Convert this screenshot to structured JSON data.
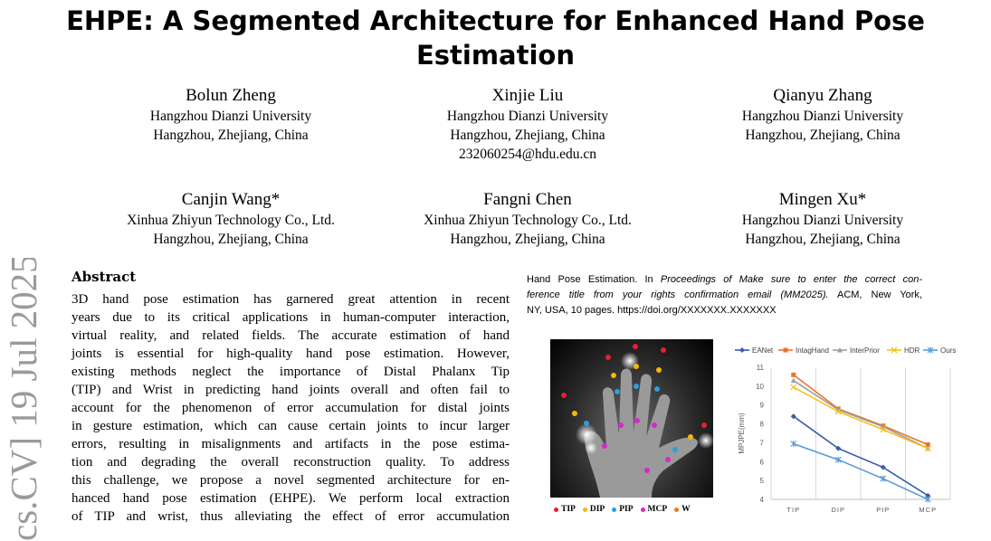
{
  "title": {
    "line1": "EHPE: A Segmented Architecture for Enhanced Hand Pose",
    "line2": "Estimation"
  },
  "authors": [
    {
      "name": "Bolun Zheng",
      "affiliation": "Hangzhou Dianzi University",
      "location": "Hangzhou, Zhejiang, China",
      "email": ""
    },
    {
      "name": "Xinjie Liu",
      "affiliation": "Hangzhou Dianzi University",
      "location": "Hangzhou, Zhejiang, China",
      "email": "232060254@hdu.edu.cn"
    },
    {
      "name": "Qianyu Zhang",
      "affiliation": "Hangzhou Dianzi University",
      "location": "Hangzhou, Zhejiang, China",
      "email": ""
    },
    {
      "name": "Canjin Wang*",
      "affiliation": "Xinhua Zhiyun Technology Co., Ltd.",
      "location": "Hangzhou, Zhejiang, China",
      "email": ""
    },
    {
      "name": "Fangni Chen",
      "affiliation": "Xinhua Zhiyun Technology Co., Ltd.",
      "location": "Hangzhou, Zhejiang, China",
      "email": ""
    },
    {
      "name": "Mingen Xu*",
      "affiliation": "Hangzhou Dianzi University",
      "location": "Hangzhou, Zhejiang, China",
      "email": ""
    }
  ],
  "arxiv_stamp": "cs.CV]  19 Jul 2025",
  "abstract": {
    "heading": "Abstract",
    "lines": [
      "3D hand pose estimation has garnered great attention in recent",
      "years due to its critical applications in human-computer interaction,",
      "virtual reality, and related fields. The accurate estimation of hand",
      "joints is essential for high-quality hand pose estimation. However,",
      "existing methods neglect the importance of Distal Phalanx Tip",
      "(TIP) and Wrist in predicting hand joints overall and often fail to",
      "account for the phenomenon of error accumulation for distal joints",
      "in gesture estimation, which can cause certain joints to incur larger",
      "errors, resulting in misalignments and artifacts in the pose estima-",
      "tion and degrading the overall reconstruction quality. To address",
      "this challenge, we propose a novel segmented architecture for en-",
      "hanced hand pose estimation (EHPE). We perform local extraction",
      "of TIP and wrist, thus alleviating the effect of error accumulation"
    ]
  },
  "reference": {
    "line1_plain": "Hand Pose Estimation. In ",
    "line1_italic": "Proceedings of Make sure to enter the correct con-",
    "line2_italic": "ference title from your rights confirmation email (MM2025).",
    "line2_plain": " ACM, New York,",
    "line3": "NY, USA, 10 pages. https://doi.org/XXXXXXX.XXXXXXX"
  },
  "hand_legend": [
    {
      "label": "TIP",
      "color": "#e8202a"
    },
    {
      "label": "DIP",
      "color": "#f5b800"
    },
    {
      "label": "PIP",
      "color": "#2a9fe0"
    },
    {
      "label": "MCP",
      "color": "#d42ac8"
    },
    {
      "label": "W",
      "color": "#f07820"
    }
  ],
  "chart_data": {
    "type": "line",
    "categories": [
      "TIP",
      "DIP",
      "PIP",
      "MCP"
    ],
    "ylabel": "MPJPE(mm)",
    "ylim": [
      4,
      11
    ],
    "yticks": [
      4,
      5,
      6,
      7,
      8,
      9,
      10,
      11
    ],
    "legend_position": "top",
    "grid": "vertical",
    "series": [
      {
        "name": "EANet",
        "values": [
          8.4,
          6.7,
          5.7,
          4.2
        ],
        "color": "#3b5ba9",
        "marker": "diamond"
      },
      {
        "name": "IntagHand",
        "values": [
          10.6,
          8.8,
          7.9,
          6.9
        ],
        "color": "#e8762c",
        "marker": "square"
      },
      {
        "name": "InterPrior",
        "values": [
          10.3,
          8.75,
          7.85,
          6.7
        ],
        "color": "#9e9e9e",
        "marker": "triangle"
      },
      {
        "name": "HDR",
        "values": [
          9.95,
          8.65,
          7.7,
          6.7
        ],
        "color": "#f6c21c",
        "marker": "x"
      },
      {
        "name": "Ours",
        "values": [
          6.95,
          6.1,
          5.1,
          4.0
        ],
        "color": "#5a9bd5",
        "marker": "star"
      }
    ]
  }
}
